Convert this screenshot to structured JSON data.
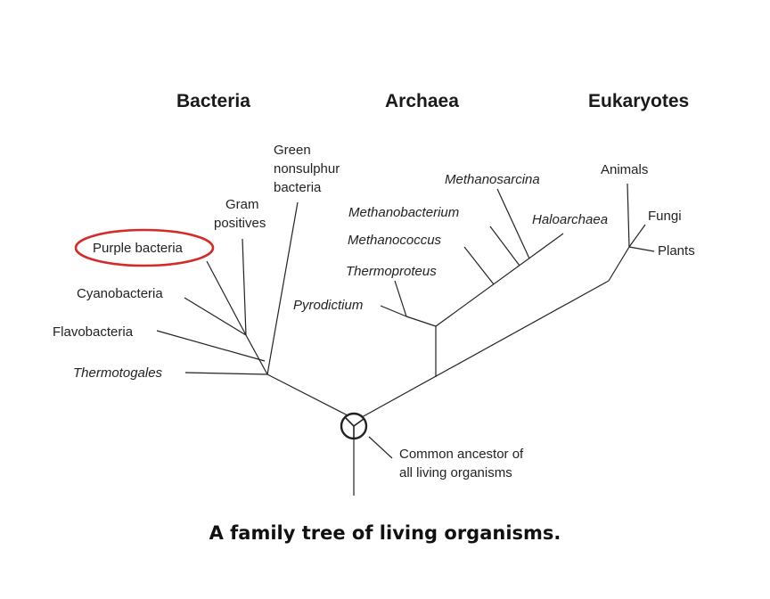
{
  "domains": {
    "bacteria": "Bacteria",
    "archaea": "Archaea",
    "eukaryotes": "Eukaryotes"
  },
  "bacteria": {
    "green_l1": "Green",
    "green_l2": "nonsulphur",
    "green_l3": "bacteria",
    "gram_l1": "Gram",
    "gram_l2": "positives",
    "purple": "Purple bacteria",
    "cyano": "Cyanobacteria",
    "flavo": "Flavobacteria",
    "thermotogales": "Thermotogales"
  },
  "archaea": {
    "methanosarcina": "Methanosarcina",
    "methanobacterium": "Methanobacterium",
    "haloarchaea": "Haloarchaea",
    "methanococcus": "Methanococcus",
    "thermoproteus": "Thermoproteus",
    "pyrodictium": "Pyrodictium"
  },
  "eukaryotes": {
    "animals": "Animals",
    "fungi": "Fungi",
    "plants": "Plants"
  },
  "ancestor": {
    "line1": "Common ancestor of",
    "line2": "all living organisms"
  },
  "caption": "A family tree of living organisms.",
  "colors": {
    "highlight": "#d42a2a",
    "line": "#222222"
  }
}
